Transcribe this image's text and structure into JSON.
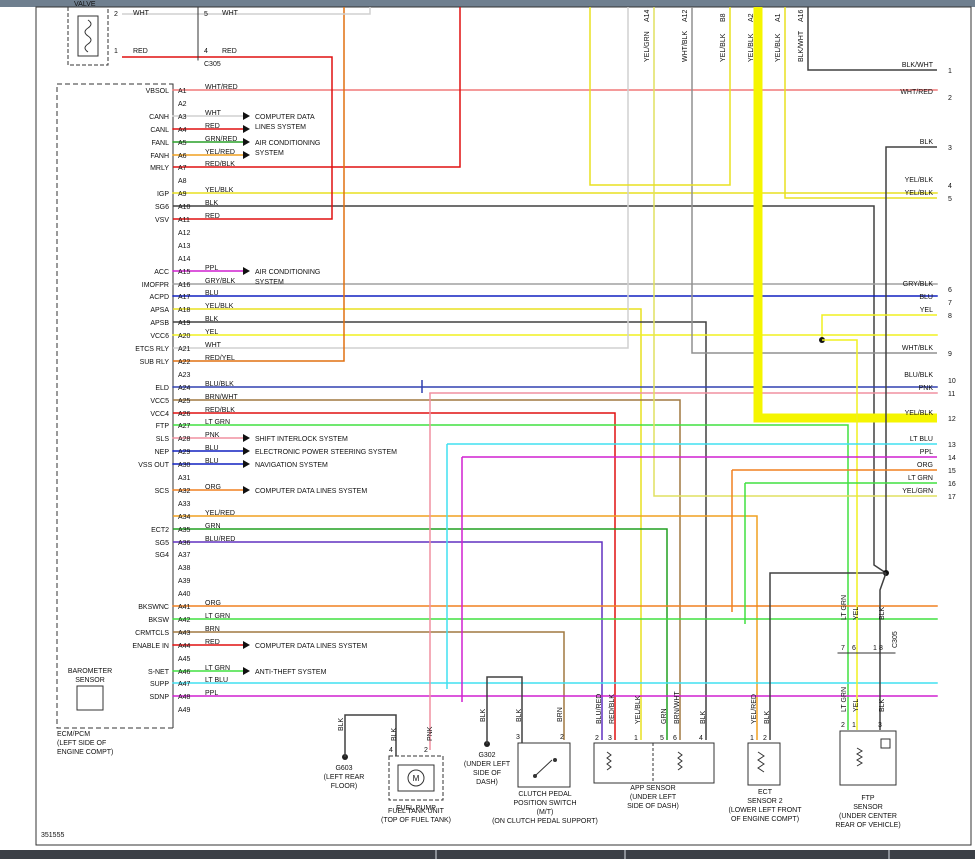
{
  "ecm": {
    "label_lines": [
      "ECM/PCM",
      "(LEFT SIDE OF",
      "ENGINE COMPT)"
    ],
    "barometer_lines": [
      "BAROMETER",
      "SENSOR"
    ],
    "pins": [
      {
        "pin": "A1",
        "name": "VBSOL",
        "wire": "WHT/RED",
        "color": "#f07878",
        "dest": "harness",
        "harness": "2"
      },
      {
        "pin": "A2",
        "name": "",
        "wire": "",
        "color": "",
        "dest": ""
      },
      {
        "pin": "A3",
        "name": "CANH",
        "wire": "WHT",
        "color": "#d0d0d0",
        "dest": "arrow",
        "arrow_lines": [
          "COMPUTER DATA",
          "LINES SYSTEM"
        ]
      },
      {
        "pin": "A4",
        "name": "CANL",
        "wire": "RED",
        "color": "#e01010",
        "dest": "arrow"
      },
      {
        "pin": "A5",
        "name": "FANL",
        "wire": "GRN/RED",
        "color": "#28a028",
        "dest": "arrow",
        "arrow_lines": [
          "AIR CONDITIONING",
          "SYSTEM"
        ]
      },
      {
        "pin": "A6",
        "name": "FANH",
        "wire": "YEL/RED",
        "color": "#f0a020",
        "dest": "arrow"
      },
      {
        "pin": "A7",
        "name": "MRLY",
        "wire": "RED/BLK",
        "color": "#e01010",
        "dest": "valve1"
      },
      {
        "pin": "A8",
        "name": "",
        "wire": "",
        "color": "",
        "dest": ""
      },
      {
        "pin": "A9",
        "name": "IGP",
        "wire": "YEL/BLK",
        "color": "#e8e020",
        "dest": "harness",
        "harness": "5"
      },
      {
        "pin": "A10",
        "name": "SG6",
        "wire": "BLK",
        "color": "#404040",
        "dest": "bus_blk3"
      },
      {
        "pin": "A11",
        "name": "VSV",
        "wire": "RED",
        "color": "#e01010",
        "dest": "valve2"
      },
      {
        "pin": "A12",
        "name": "",
        "wire": "",
        "color": "",
        "dest": ""
      },
      {
        "pin": "A13",
        "name": "",
        "wire": "",
        "color": "",
        "dest": ""
      },
      {
        "pin": "A14",
        "name": "",
        "wire": "",
        "color": "",
        "dest": ""
      },
      {
        "pin": "A15",
        "name": "ACC",
        "wire": "PPL",
        "color": "#d020d0",
        "dest": "arrow",
        "arrow_lines": [
          "AIR CONDITIONING",
          "SYSTEM"
        ]
      },
      {
        "pin": "A16",
        "name": "IMOFPR",
        "wire": "GRY/BLK",
        "color": "#a0a0a0",
        "dest": "harness",
        "harness": "6"
      },
      {
        "pin": "A17",
        "name": "ACPD",
        "wire": "BLU",
        "color": "#1020c0",
        "dest": "harness",
        "harness": "7"
      },
      {
        "pin": "A18",
        "name": "APSA",
        "wire": "YEL/BLK",
        "color": "#e8e020",
        "dest": "app1"
      },
      {
        "pin": "A19",
        "name": "APSB",
        "wire": "BLK",
        "color": "#404040",
        "dest": "app4"
      },
      {
        "pin": "A20",
        "name": "VCC6",
        "wire": "YEL",
        "color": "#f0f020",
        "dest": "harness",
        "harness": "8"
      },
      {
        "pin": "A21",
        "name": "ETCS RLY",
        "wire": "WHT",
        "color": "#d0d0d0",
        "dest": "harness_up"
      },
      {
        "pin": "A22",
        "name": "SUB RLY",
        "wire": "RED/YEL",
        "color": "#e07010",
        "dest": "up"
      },
      {
        "pin": "A23",
        "name": "",
        "wire": "",
        "color": "",
        "dest": ""
      },
      {
        "pin": "A24",
        "name": "ELD",
        "wire": "BLU/BLK",
        "color": "#3040b0",
        "dest": "harness",
        "harness": "10"
      },
      {
        "pin": "A25",
        "name": "VCC5",
        "wire": "BRN/WHT",
        "color": "#a07840",
        "dest": "app6"
      },
      {
        "pin": "A26",
        "name": "VCC4",
        "wire": "RED/BLK",
        "color": "#e01010",
        "dest": "app3"
      },
      {
        "pin": "A27",
        "name": "FTP",
        "wire": "LT GRN",
        "color": "#40e040",
        "dest": "ftp7"
      },
      {
        "pin": "A28",
        "name": "SLS",
        "wire": "PNK",
        "color": "#f090a0",
        "dest": "arrow",
        "arrow_lines": [
          "SHIFT INTERLOCK SYSTEM"
        ]
      },
      {
        "pin": "A29",
        "name": "NEP",
        "wire": "BLU",
        "color": "#1020c0",
        "dest": "arrow",
        "arrow_lines": [
          "ELECTRONIC POWER STEERING SYSTEM"
        ]
      },
      {
        "pin": "A30",
        "name": "VSS OUT",
        "wire": "BLU",
        "color": "#1020c0",
        "dest": "arrow",
        "arrow_lines": [
          "NAVIGATION SYSTEM"
        ]
      },
      {
        "pin": "A31",
        "name": "",
        "wire": "",
        "color": "",
        "dest": ""
      },
      {
        "pin": "A32",
        "name": "SCS",
        "wire": "ORG",
        "color": "#f08020",
        "dest": "arrow",
        "arrow_lines": [
          "COMPUTER DATA LINES SYSTEM"
        ]
      },
      {
        "pin": "A33",
        "name": "",
        "wire": "",
        "color": "",
        "dest": ""
      },
      {
        "pin": "A34",
        "name": "",
        "wire": "YEL/RED",
        "color": "#f0a020",
        "dest": "ect1"
      },
      {
        "pin": "A35",
        "name": "ECT2",
        "wire": "GRN",
        "color": "#20a020",
        "dest": "app5"
      },
      {
        "pin": "A36",
        "name": "SG5",
        "wire": "BLU/RED",
        "color": "#6030c0",
        "dest": "app2"
      },
      {
        "pin": "A37",
        "name": "SG4",
        "wire": "",
        "color": "",
        "dest": ""
      },
      {
        "pin": "A38",
        "name": "",
        "wire": "",
        "color": "",
        "dest": ""
      },
      {
        "pin": "A39",
        "name": "",
        "wire": "",
        "color": "",
        "dest": ""
      },
      {
        "pin": "A40",
        "name": "",
        "wire": "",
        "color": "",
        "dest": ""
      },
      {
        "pin": "A41",
        "name": "BKSWNC",
        "wire": "ORG",
        "color": "#f08020",
        "dest": "harness",
        "harness": "15"
      },
      {
        "pin": "A42",
        "name": "BKSW",
        "wire": "LT GRN",
        "color": "#40e040",
        "dest": "harness",
        "harness": "16"
      },
      {
        "pin": "A43",
        "name": "CRMTCLS",
        "wire": "BRN",
        "color": "#a07840",
        "dest": "clutch2"
      },
      {
        "pin": "A44",
        "name": "ENABLE IN",
        "wire": "RED",
        "color": "#e01010",
        "dest": "arrow",
        "arrow_lines": [
          "COMPUTER DATA LINES SYSTEM"
        ]
      },
      {
        "pin": "A45",
        "name": "",
        "wire": "",
        "color": "",
        "dest": ""
      },
      {
        "pin": "A46",
        "name": "S-NET",
        "wire": "LT GRN",
        "color": "#40e040",
        "dest": "arrow",
        "arrow_lines": [
          "ANTI-THEFT SYSTEM"
        ]
      },
      {
        "pin": "A47",
        "name": "SUPP",
        "wire": "LT BLU",
        "color": "#40e0f0",
        "dest": "harness",
        "harness": "13"
      },
      {
        "pin": "A48",
        "name": "SDNP",
        "wire": "PPL",
        "color": "#d020d0",
        "dest": "harness",
        "harness": "14"
      },
      {
        "pin": "A49",
        "name": "",
        "wire": "",
        "color": "",
        "dest": ""
      }
    ]
  },
  "valve": {
    "label": "VALVE",
    "pins": [
      {
        "valve_pin": "2",
        "wire": "WHT",
        "conn_left": "5",
        "conn_wire": "WHT"
      },
      {
        "valve_pin": "1",
        "wire": "RED",
        "conn_left": "4",
        "conn_wire": "RED"
      }
    ],
    "connector": "C305"
  },
  "top_pins": [
    {
      "wire": "YEL/GRN",
      "pin": "A14"
    },
    {
      "wire": "WHT/BLK",
      "pin": "A12"
    },
    {
      "wire": "YEL/BLK",
      "pin": "B8"
    },
    {
      "wire": "YEL/BLK",
      "pin": "A2"
    },
    {
      "wire": "YEL/BLK",
      "pin": "A1"
    },
    {
      "wire": "BLK/WHT",
      "pin": "A16"
    }
  ],
  "harness": [
    {
      "n": "1",
      "wire": "BLK/WHT"
    },
    {
      "n": "2",
      "wire": "WHT/RED"
    },
    {
      "n": "3",
      "wire": "BLK"
    },
    {
      "n": "4",
      "wire": "YEL/BLK"
    },
    {
      "n": "5",
      "wire": "YEL/BLK"
    },
    {
      "n": "6",
      "wire": "GRY/BLK"
    },
    {
      "n": "7",
      "wire": "BLU"
    },
    {
      "n": "8",
      "wire": "YEL"
    },
    {
      "n": "9",
      "wire": "WHT/BLK"
    },
    {
      "n": "10",
      "wire": "BLU/BLK"
    },
    {
      "n": "11",
      "wire": "PNK"
    },
    {
      "n": "12",
      "wire": "YEL/BLK"
    },
    {
      "n": "13",
      "wire": "LT BLU"
    },
    {
      "n": "14",
      "wire": "PPL"
    },
    {
      "n": "15",
      "wire": "ORG"
    },
    {
      "n": "16",
      "wire": "LT GRN"
    },
    {
      "n": "17",
      "wire": "YEL/GRN"
    }
  ],
  "components": {
    "g603": {
      "wire": "BLK",
      "lines": [
        "G603",
        "(LEFT REAR",
        "FLOOR)"
      ]
    },
    "fuel_pump": {
      "wires": [
        "BLK",
        "PNK"
      ],
      "pins": [
        "4",
        "2"
      ],
      "label": "FUEL PUMP",
      "unit_lines": [
        "FUEL TANK UNIT",
        "(TOP OF FUEL TANK)"
      ],
      "motor": "M"
    },
    "g302": {
      "wire": "BLK",
      "lines": [
        "G302",
        "(UNDER LEFT",
        "SIDE OF",
        "DASH)"
      ]
    },
    "clutch": {
      "wires": [
        "BLK",
        "BRN"
      ],
      "pins": [
        "3",
        "2"
      ],
      "lines": [
        "CLUTCH PEDAL",
        "POSITION SWITCH",
        "(M/T)",
        "(ON CLUTCH PEDAL SUPPORT)"
      ]
    },
    "app": {
      "wires": [
        "BLU/RED",
        "RED/BLK",
        "YEL/BLK",
        "GRN",
        "BRN/WHT",
        "BLK"
      ],
      "pins": [
        "2",
        "3",
        "1",
        "5",
        "6",
        "4"
      ],
      "lines": [
        "APP SENSOR",
        "(UNDER LEFT",
        "SIDE OF DASH)"
      ]
    },
    "ect": {
      "wires": [
        "YEL/RED",
        "BLK"
      ],
      "pins": [
        "1",
        "2"
      ],
      "lines": [
        "ECT",
        "SENSOR 2",
        "(LOWER LEFT FRONT",
        "OF ENGINE COMPT)"
      ]
    },
    "ftp": {
      "wires_top": [
        "LT GRN",
        "YEL",
        "BLK"
      ],
      "pins_top": [
        "7",
        "6",
        "1",
        "8"
      ],
      "connector": "C305",
      "wires": [
        "LT GRN",
        "YEL",
        "BLK"
      ],
      "pins": [
        "2",
        "1",
        "3"
      ],
      "lines": [
        "FTP",
        "SENSOR",
        "(UNDER CENTER",
        "REAR OF VEHICLE)"
      ]
    }
  },
  "figure_number": "351555"
}
